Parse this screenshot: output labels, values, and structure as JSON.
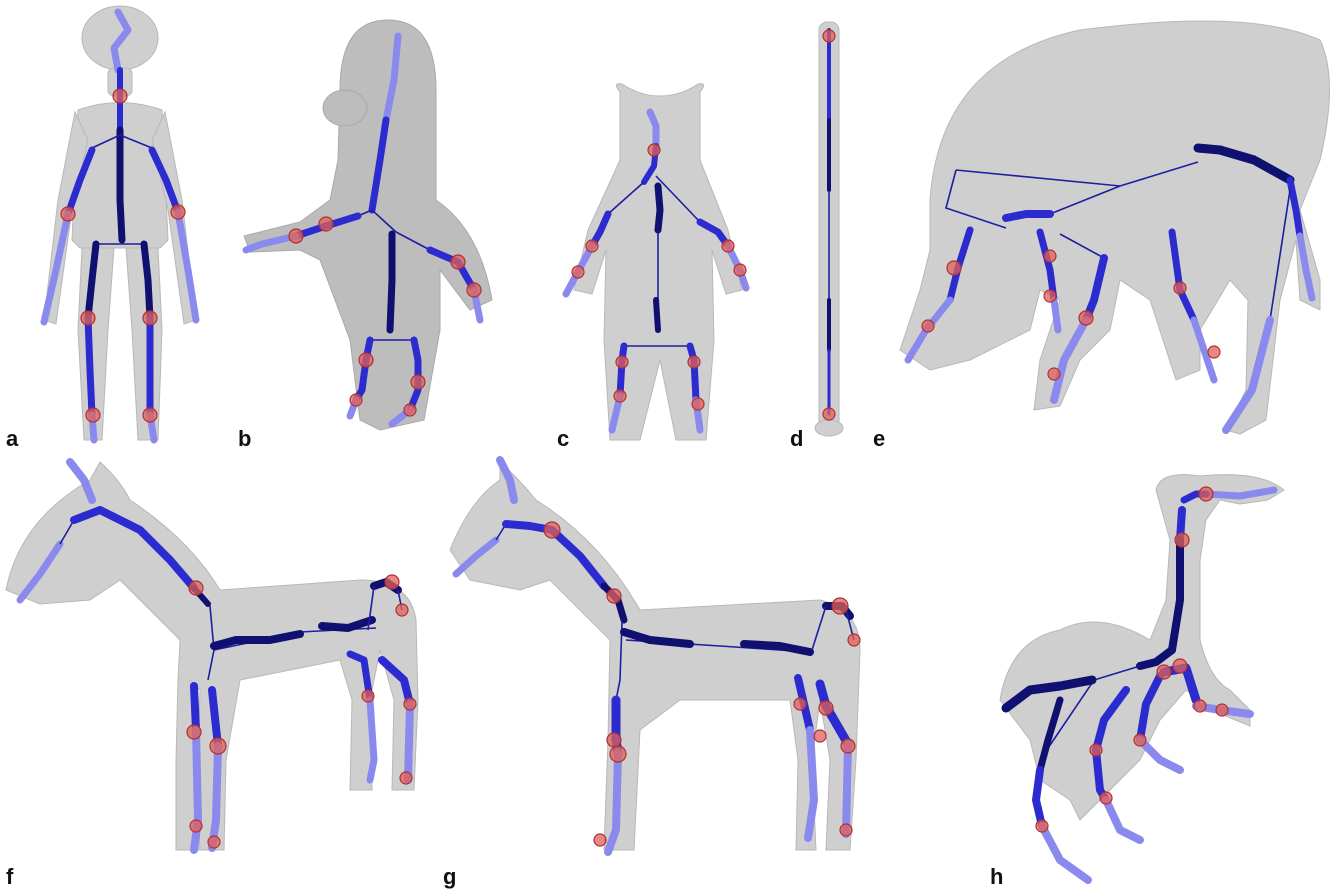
{
  "figure": {
    "panels": [
      {
        "id": "a",
        "label": "a",
        "subject": "child"
      },
      {
        "id": "b",
        "label": "b",
        "subject": "baby"
      },
      {
        "id": "c",
        "label": "c",
        "subject": "bear"
      },
      {
        "id": "d",
        "label": "d",
        "subject": "rod"
      },
      {
        "id": "e",
        "label": "e",
        "subject": "elephant"
      },
      {
        "id": "f",
        "label": "f",
        "subject": "horse"
      },
      {
        "id": "g",
        "label": "g",
        "subject": "horse"
      },
      {
        "id": "h",
        "label": "h",
        "subject": "bird"
      }
    ],
    "colors": {
      "mesh": "#cfcfcf",
      "skeleton": "#2b2bd0",
      "skeleton_dark": "#101070",
      "skeleton_light": "#8a8aee",
      "joint": "#e0605a"
    }
  }
}
